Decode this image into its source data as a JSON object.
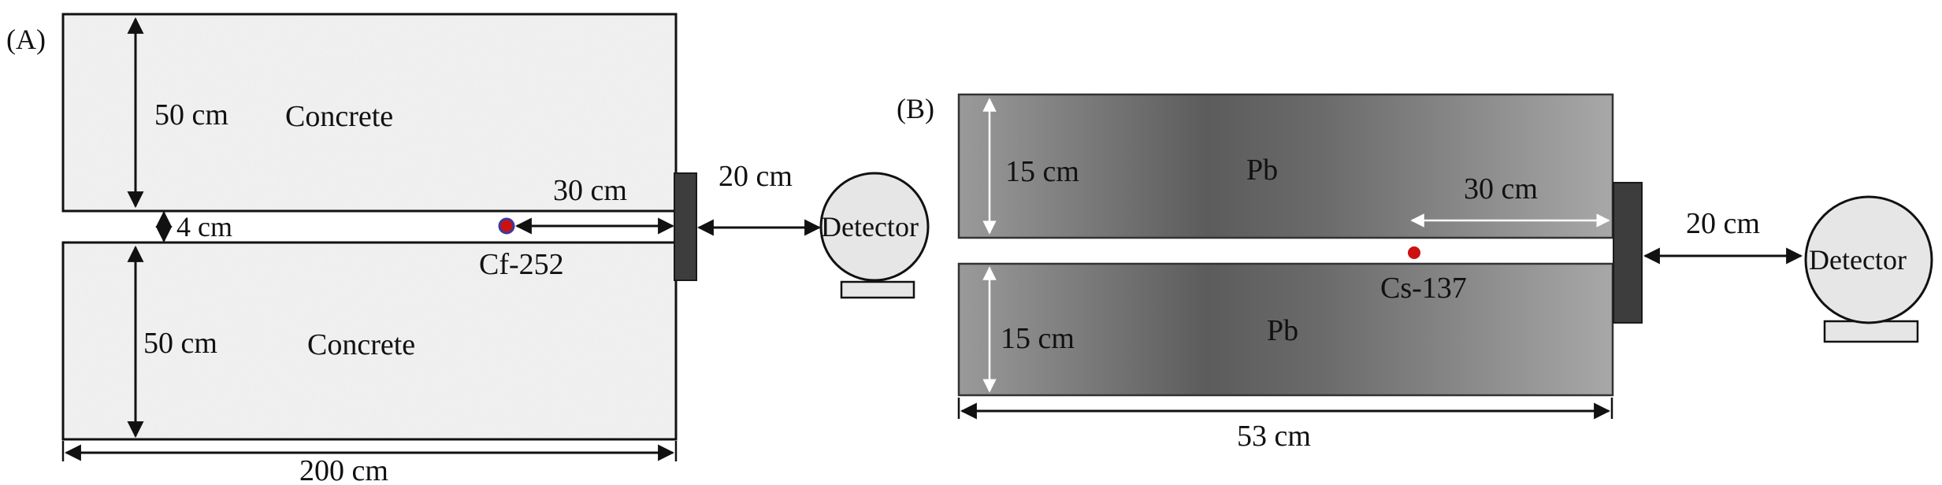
{
  "panel_a": {
    "label": "(A)",
    "top_block": {
      "material": "Concrete",
      "thickness": "50 cm"
    },
    "bottom_block": {
      "material": "Concrete",
      "thickness": "50 cm"
    },
    "gap": "4 cm",
    "source": {
      "name": "Cf-252",
      "distance_to_wall": "30 cm"
    },
    "length": "200 cm",
    "detector_distance": "20 cm",
    "detector_label": "Detector"
  },
  "panel_b": {
    "label": "(B)",
    "top_block": {
      "material": "Pb",
      "thickness": "15 cm"
    },
    "bottom_block": {
      "material": "Pb",
      "thickness": "15 cm"
    },
    "source": {
      "name": "Cs-137",
      "distance_to_wall": "30 cm"
    },
    "length": "53 cm",
    "detector_distance": "20 cm",
    "detector_label": "Detector"
  },
  "colors": {
    "source_red": "#cc1111",
    "source_ring": "#3a3aa0",
    "wall_dark": "#3d3d3d",
    "detector_fill": "#e6e6e6"
  }
}
